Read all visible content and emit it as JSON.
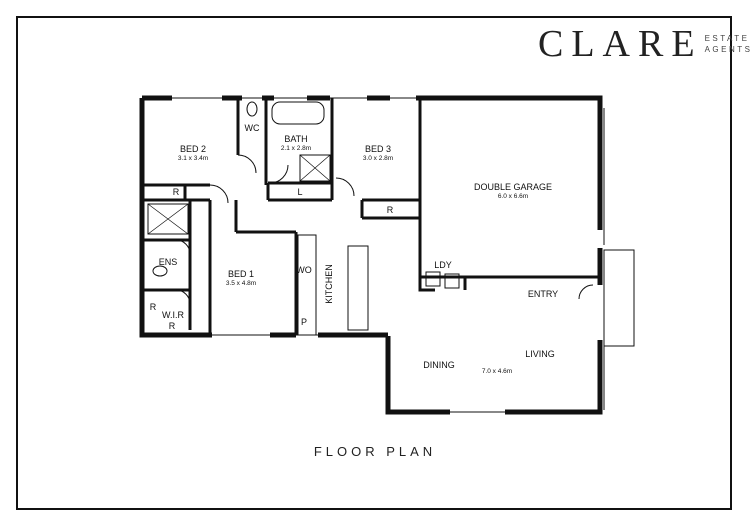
{
  "brand": {
    "name": "CLARE",
    "sub1": "ESTATE",
    "sub2": "AGENTS"
  },
  "title": "FLOOR PLAN",
  "rooms": {
    "bed2": {
      "label": "BED 2",
      "dims": "3.1 x 3.4m"
    },
    "wc": {
      "label": "WC"
    },
    "bath": {
      "label": "BATH",
      "dims": "2.1 x 2.8m"
    },
    "bed3": {
      "label": "BED 3",
      "dims": "3.0 x 2.8m"
    },
    "garage": {
      "label": "DOUBLE GARAGE",
      "dims": "6.0 x 6.6m"
    },
    "bed1": {
      "label": "BED 1",
      "dims": "3.5 x 4.8m"
    },
    "ens": {
      "label": "ENS"
    },
    "wir": {
      "label": "W.I.R"
    },
    "kitchen": {
      "label": "KITCHEN"
    },
    "wo": {
      "label": "WO"
    },
    "pantry": {
      "label": "P"
    },
    "ldy": {
      "label": "LDY"
    },
    "entry": {
      "label": "ENTRY"
    },
    "dining": {
      "label": "DINING"
    },
    "living": {
      "label": "LIVING",
      "dims": "7.0 x 4.6m"
    },
    "robe_bed2": {
      "label": "R"
    },
    "robe_bed3": {
      "label": "R"
    },
    "linen": {
      "label": "L"
    },
    "robe_wir_left": {
      "label": "R"
    },
    "robe_wir_bottom": {
      "label": "R"
    }
  }
}
